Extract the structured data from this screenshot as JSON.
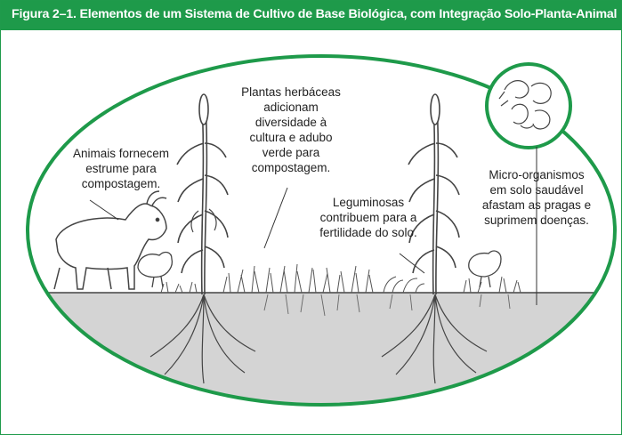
{
  "figure": {
    "title": "Figura 2–1. Elementos de um Sistema de Cultivo de Base Biológica, com Integração Solo-Planta-Animal"
  },
  "labels": {
    "animals": "Animais fornecem\nestrume para\ncompostagem.",
    "herbs": "Plantas herbáceas\nadicionam\ndiversidade à\ncultura e adubo\nverde para\ncompostagem.",
    "legumes": "Leguminosas\ncontribuem para a\nfertilidade do solo.",
    "microorganisms": "Micro-organismos\nem solo saudável\nafastam as pragas e\nsuprimem doenças."
  },
  "colors": {
    "accent": "#1e9a4a",
    "soil": "#d4d4d4",
    "ink": "#333333"
  }
}
